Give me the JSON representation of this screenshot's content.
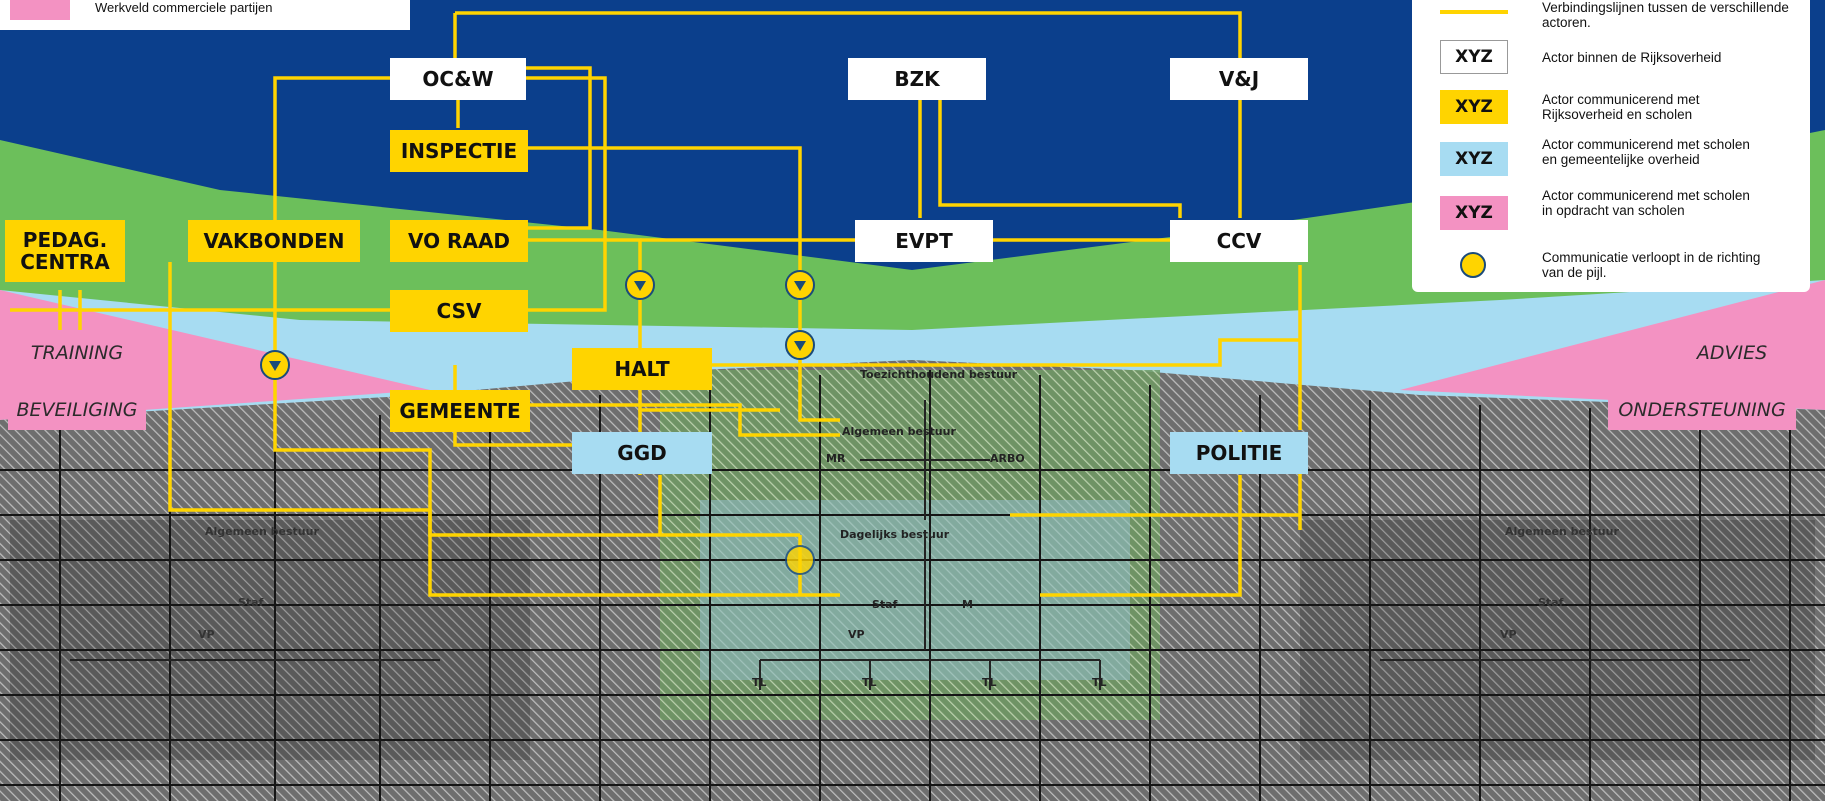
{
  "top_legend": {
    "pink_text": "Werkveld commerciele partijen"
  },
  "actors": {
    "ocw": "OC&W",
    "bzk": "BZK",
    "vj": "V&J",
    "inspectie": "INSPECTIE",
    "vakbonden": "VAKBONDEN",
    "voraad": "VO RAAD",
    "evpt": "EVPT",
    "ccv": "CCV",
    "pedag": "PEDAG. CENTRA",
    "csv": "CSV",
    "halt": "HALT",
    "gemeente": "GEMEENTE",
    "ggd": "GGD",
    "politie": "POLITIE"
  },
  "side_labels": {
    "training": "TRAINING",
    "beveiliging": "BEVEILIGING",
    "advies": "ADVIES",
    "ondersteuning": "ONDERSTEUNING"
  },
  "legend": {
    "line_text": "Verbindingslijnen tussen de verschillende actoren.",
    "swatch_label": "XYZ",
    "white_text": "Actor binnen de Rijksoverheid",
    "yellow_text": "Actor communicerend met Rijksoverheid en scholen",
    "blue_text": "Actor communicerend met scholen en gemeentelijke overheid",
    "pink_text": "Actor communicerend met scholen in opdracht van scholen",
    "arrow_text": "Communicatie verloopt in de richting van de pijl."
  },
  "org_chart": {
    "toezicht": "Toezichthoudend bestuur",
    "algemeen_bestuur": "Algemeen bestuur",
    "mr": "MR",
    "arbo": "ARBO",
    "dagelijks_bestuur": "Dagelijks bestuur",
    "staf": "Staf",
    "vp": "VP",
    "tl": "TL",
    "m": "M"
  },
  "colors": {
    "navy": "#0b3f8c",
    "green": "#6cbf5b",
    "yellow": "#ffd400",
    "pink": "#f392c2",
    "light_blue": "#a7dcf2",
    "grey": "#6b6b6b"
  }
}
